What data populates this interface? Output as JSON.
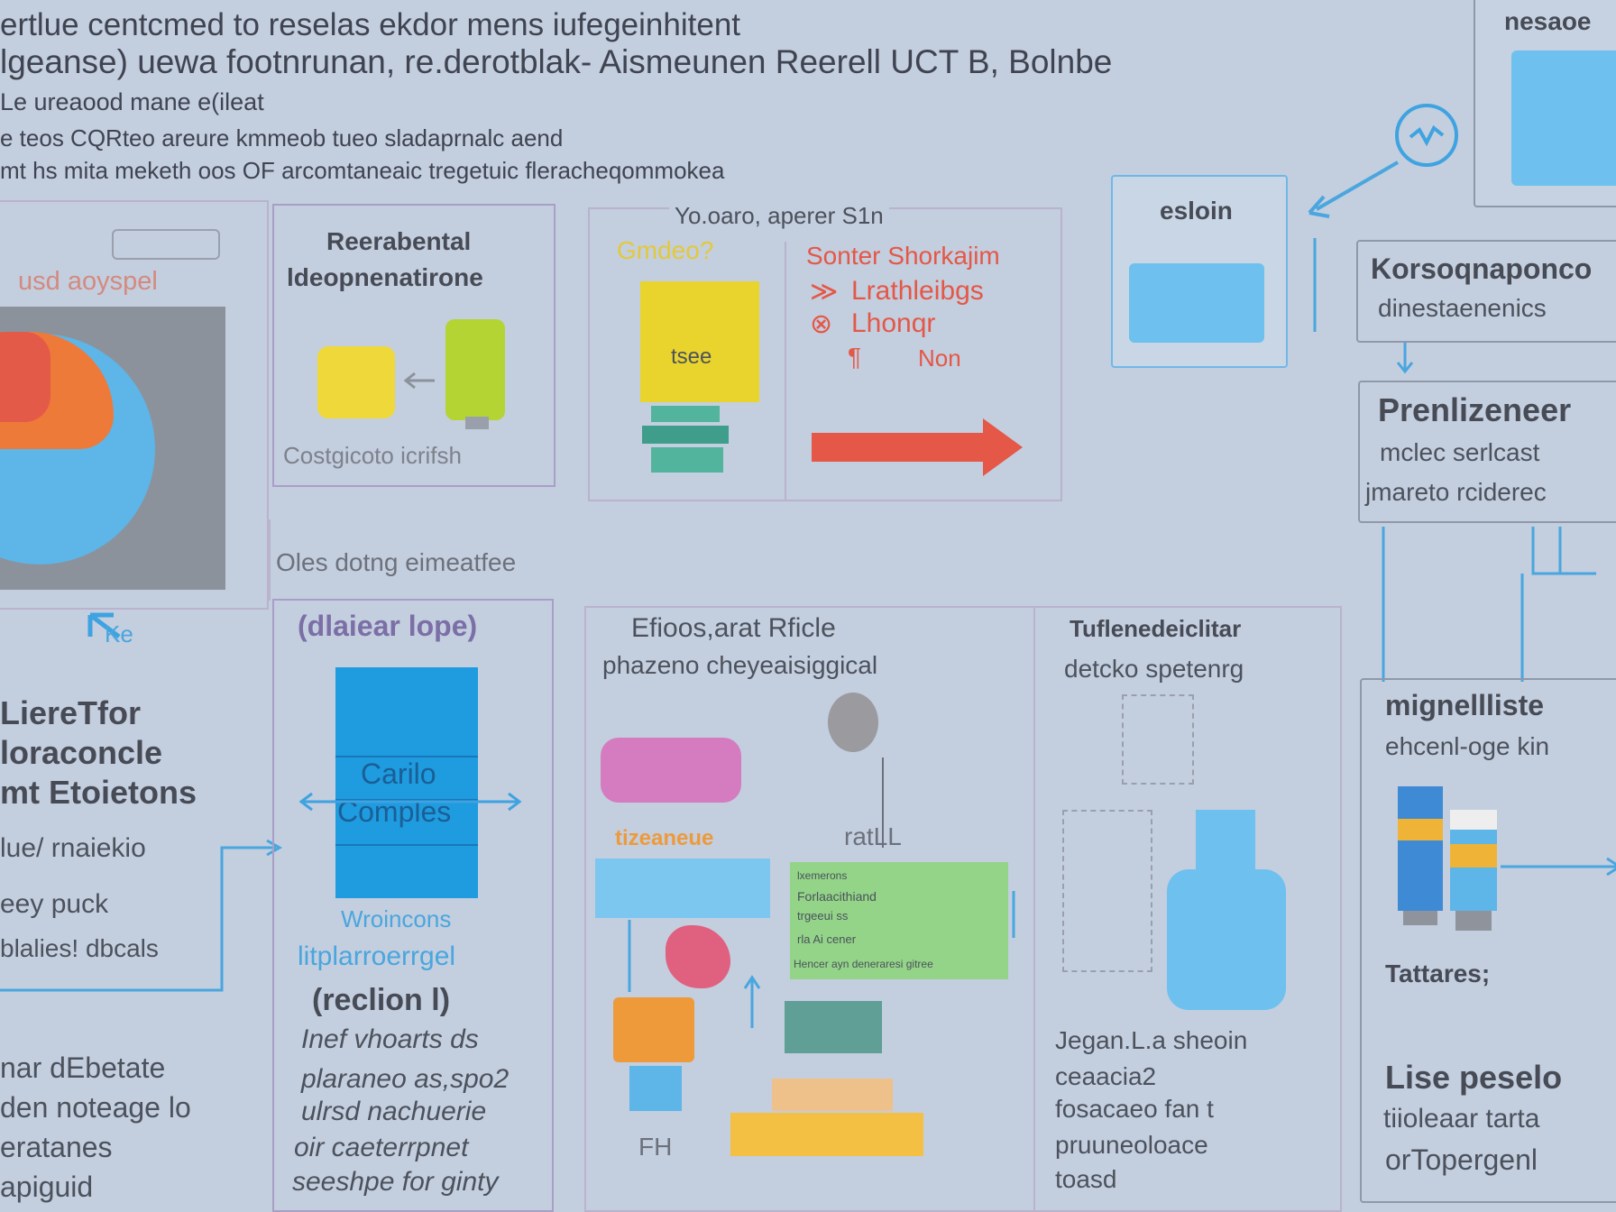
{
  "header": {
    "lines": [
      "ertlue centcmed to reselas ekdor mens iufegeinhitent",
      "lgeanse) uewa footnrunan, re.derotblak- Aismeunen Reerell UCT B, Bolnbe",
      "Le ureaood mane e(ileat",
      "e teos CQRteo areure kmmeob tueo sladaprnalc aend",
      "mt hs mita meketh oos OF arcomtaneaic tregetuic fleracheqommokea"
    ],
    "top_right_label": "nesaoe"
  },
  "left_panel": {
    "label_top": "usd aoyspel",
    "arrow_label": "Ke",
    "title_lines": [
      "LiereTfor",
      "loraconcle",
      "mt Etoietons"
    ],
    "text_lines": [
      "lue/ rnaiekio",
      "eey puck",
      "blalies! dbcals"
    ],
    "bottom_lines": [
      "nar dEbetate",
      "den noteage lo",
      "eratanes",
      "apiguid"
    ]
  },
  "panel_a": {
    "title_lines": [
      "Reerabental",
      "ldeopnenatirone"
    ],
    "caption": "Costgicoto icrifsh"
  },
  "panel_b": {
    "top_label": "Yo.oaro, aperer S1n",
    "yellow_label": "Gmdeo?",
    "note_label": "tsee",
    "red_lines": [
      "Sonter Shorkajim",
      "Lrathleibgs",
      "Lhonqr",
      "Non"
    ],
    "red_icons": [
      "≫",
      "⊗",
      "¶"
    ]
  },
  "middle_caption": "Oles dotng eimeatfee",
  "panel_c": {
    "top_label": "(dlaiear lope)",
    "box_lines": [
      "Carilo",
      "Comples"
    ],
    "blue_lines": [
      "Wroincons",
      "litplarroerrgel"
    ],
    "bracket_label": "(reclion l)",
    "italic_lines": [
      "Inef vhoarts ds",
      "plaraneo as,spo2",
      "ulrsd nachuerie",
      "oir caeterrpnet",
      "seeshpe for ginty"
    ]
  },
  "panel_d": {
    "top_lines": [
      "Efioos,arat Rficle",
      "phazeno cheyeaisiggical"
    ],
    "orange_label": "tizeaneue",
    "small_label": "ratLL",
    "green_note": [
      "lxemerons",
      "Forlaacithiand",
      "trgeeui ss",
      "rla Ai cener",
      "Hencer ayn deneraresi gitree"
    ],
    "ft_label": "FH"
  },
  "panel_e": {
    "title": "Tuflenedeiclitar",
    "subtitle": "detcko spetenrg",
    "text_lines": [
      "Jegan.L.a sheoin",
      "ceaacia2",
      "fosacaeo fan t",
      "pruuneoloace",
      "toasd"
    ]
  },
  "right_top_box": {
    "label": "esloin"
  },
  "right_column": {
    "box1_title": "Korsoqnaponco",
    "box1_text": "dinestaenenics",
    "box2_title": "Prenlizeneer",
    "box2_lines": [
      "mclec serlcast",
      "jmareto rciderec"
    ],
    "box3_title": "mignellliste",
    "box3_text": "ehcenl-oge kin",
    "label_tattares": "Tattares;",
    "bottom_title": "Lise peselo",
    "bottom_lines": [
      "tiioleaar tarta",
      "orTopergenl"
    ]
  },
  "colors": {
    "background": "#c3cedf",
    "panel_border": "#a99fc6",
    "accent_blue": "#4aa6de",
    "accent_red": "#e55746",
    "yellow": "#e6d330",
    "green_note": "#93d488"
  }
}
